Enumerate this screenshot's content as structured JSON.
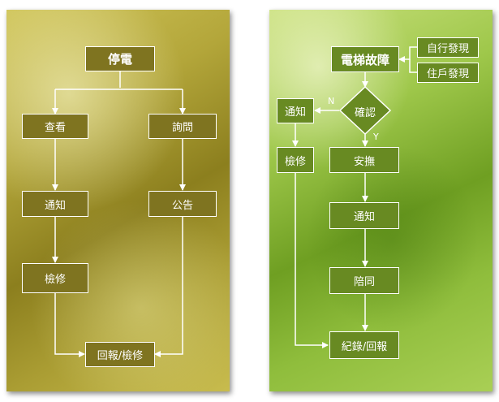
{
  "left": {
    "power_outage": "停電",
    "check": "查看",
    "inquire": "詢問",
    "notify": "通知",
    "announce": "公告",
    "repair": "檢修",
    "report_repair": "回報/檢修"
  },
  "right": {
    "elevator_fault": "電梯故障",
    "self_found": "自行發現",
    "resident_found": "住戶發現",
    "confirm": "確認",
    "no_label": "N",
    "yes_label": "Y",
    "notify": "通知",
    "repair": "檢修",
    "reassure": "安撫",
    "notify_center": "通知",
    "accompany": "陪同",
    "record_report": "紀錄/回報"
  },
  "colors": {
    "left_box": "#7f7420",
    "right_box": "#688a22",
    "connector": "#ffffff"
  }
}
